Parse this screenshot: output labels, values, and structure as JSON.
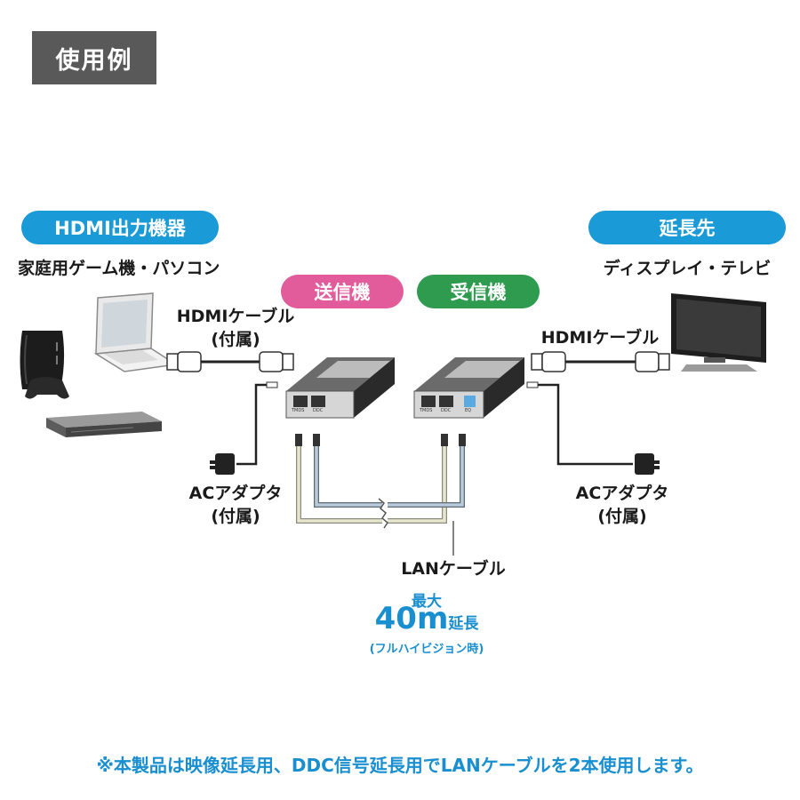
{
  "header": {
    "title": "使用例"
  },
  "source": {
    "badge": "HDMI出力機器",
    "caption": "家庭用ゲーム機・パソコン"
  },
  "destination": {
    "badge": "延長先",
    "caption": "ディスプレイ・テレビ"
  },
  "transmitter": {
    "badge": "送信機",
    "port1": "TMDS",
    "port2": "DDC"
  },
  "receiver": {
    "badge": "受信機",
    "port1": "TMDS",
    "port2": "DDC",
    "port3": "EQ"
  },
  "left_hdmi_cable": {
    "line1": "HDMIケーブル",
    "line2": "(付属)"
  },
  "right_hdmi_cable": {
    "line1": "HDMIケーブル"
  },
  "left_adapter": {
    "line1": "ACアダプタ",
    "line2": "(付属)"
  },
  "right_adapter": {
    "line1": "ACアダプタ",
    "line2": "(付属)"
  },
  "lan": {
    "label": "LANケーブル",
    "max_label": "最大",
    "distance": "40m",
    "extension": "延長",
    "condition": "(フルハイビジョン時)"
  },
  "footnote": "※本製品は映像延長用、DDC信号延長用でLANケーブルを2本使用します。",
  "colors": {
    "accent_blue": "#1a9ad6",
    "pink": "#e25c9b",
    "green": "#2e9b4f",
    "header_gray": "#595959"
  }
}
